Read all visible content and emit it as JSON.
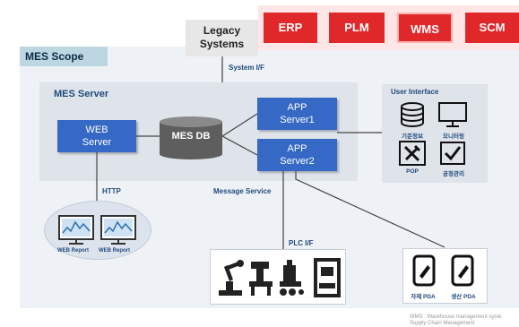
{
  "top_systems": [
    "ERP",
    "PLM",
    "WMS",
    "SCM"
  ],
  "legacy": {
    "line1": "Legacy",
    "line2": "Systems"
  },
  "labels": {
    "system_if": "System I/F",
    "mes_scope": "MES Scope",
    "mes_server": "MES Server",
    "web_server_1": "WEB",
    "web_server_2": "Server",
    "mes_db": "MES DB",
    "app1_1": "APP",
    "app1_2": "Server1",
    "app2_1": "APP",
    "app2_2": "Server2",
    "user_interface": "User Interface",
    "http": "HTTP",
    "message_service": "Message Service",
    "plc_if": "PLC I/F"
  },
  "ui_items": [
    "기준정보",
    "모니터링",
    "POP",
    "공정관리"
  ],
  "web_reports": [
    "WEB Report",
    "WEB Report"
  ],
  "pda_items": [
    "자재 PDA",
    "생산 PDA"
  ],
  "footnote": {
    "line1": "WMS : Warehouse management syste",
    "line2": "Supply Chain Management"
  },
  "colors": {
    "red": "#e0282a",
    "blue": "#3569c5",
    "gray_db": "#5e5e5e",
    "panel": "#dfe3ea"
  }
}
